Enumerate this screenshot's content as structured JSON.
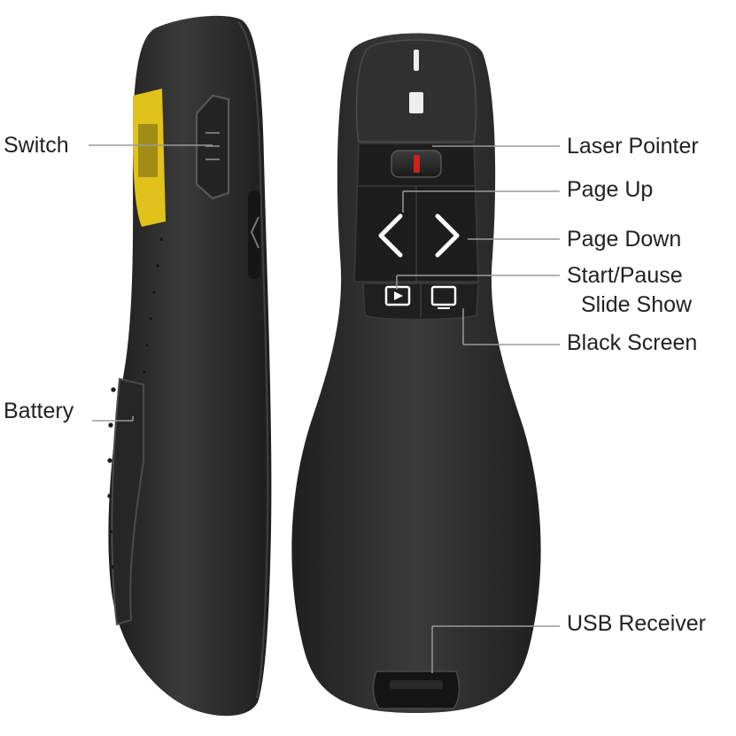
{
  "labels": {
    "switch": "Switch",
    "battery": "Battery",
    "laser_pointer": "Laser Pointer",
    "page_up": "Page Up",
    "page_down": "Page Down",
    "start_pause_line1": "Start/Pause",
    "start_pause_line2": "Slide Show",
    "black_screen": "Black Screen",
    "usb_receiver": "USB Receiver"
  },
  "colors": {
    "body": "#2b2b2b",
    "label_text": "#222222",
    "leader_line": "#9a9a9a",
    "sticker": "#e0c21a",
    "laser_accent": "#d0201a"
  },
  "icons": {
    "page_up_glyph": "<",
    "page_down_glyph": ">"
  }
}
